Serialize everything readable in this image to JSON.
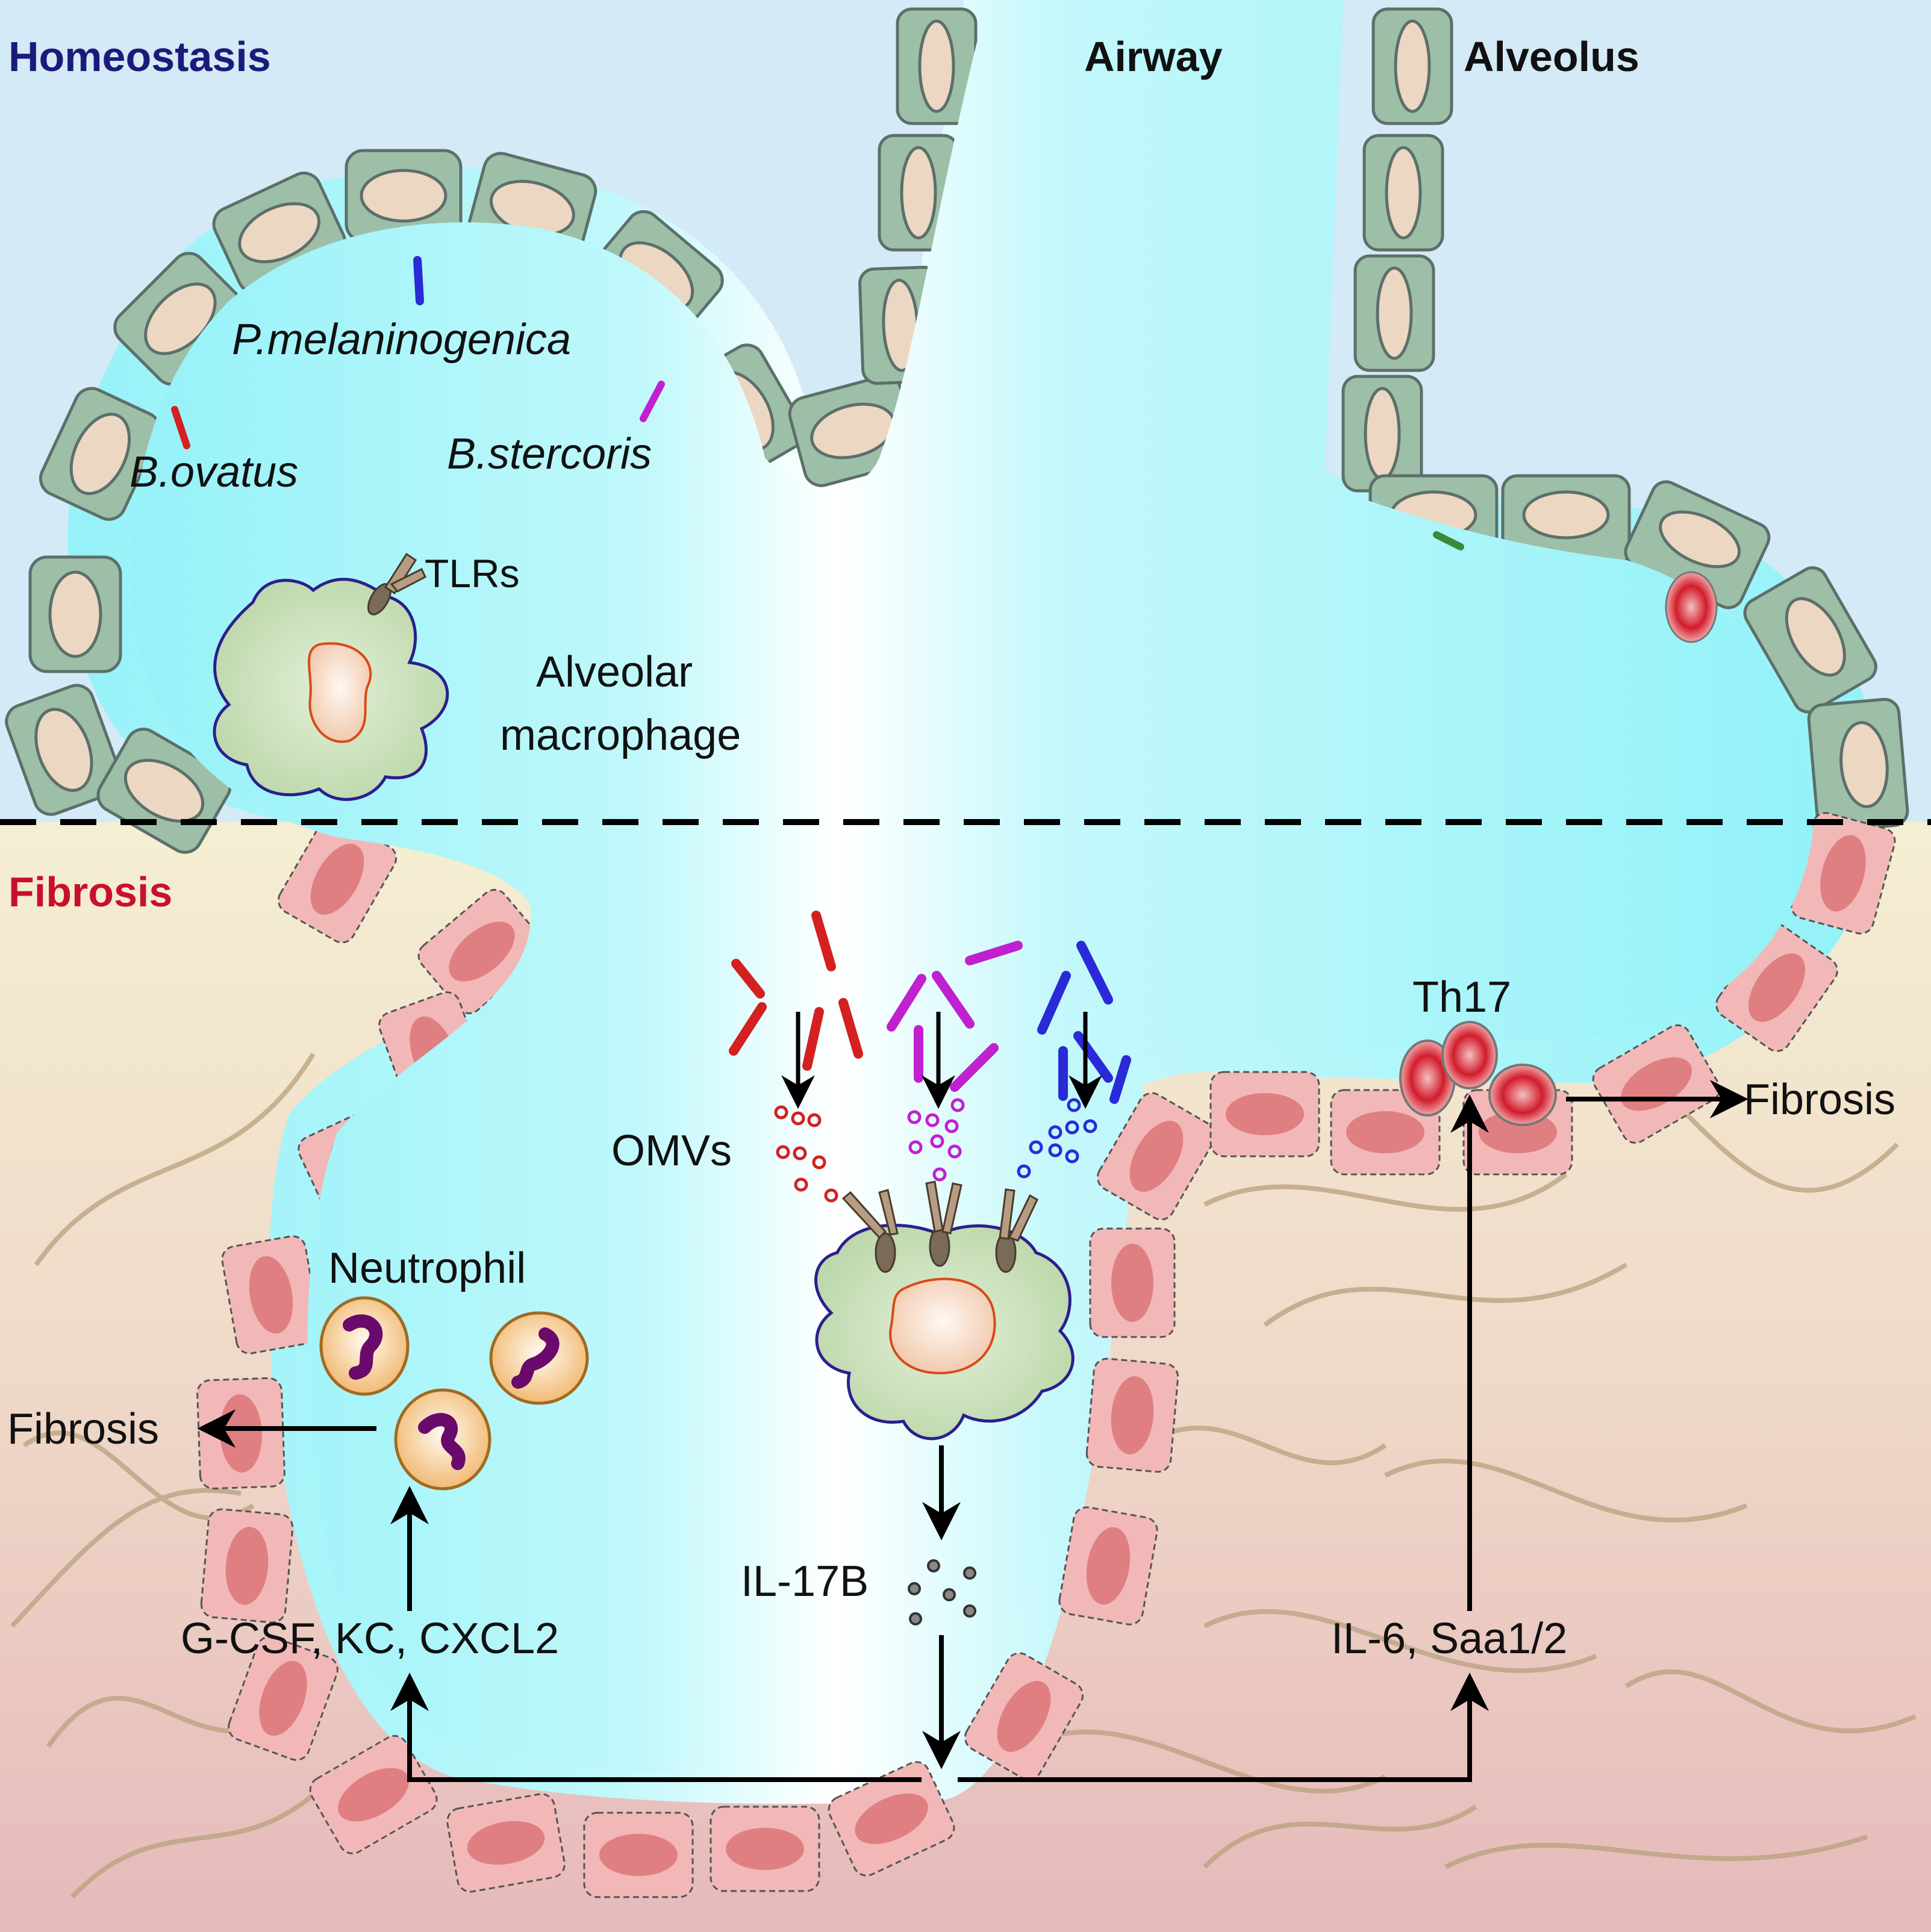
{
  "sections": {
    "homeostasis": {
      "title": "Homeostasis",
      "color": "#1c1a7a"
    },
    "fibrosis": {
      "title": "Fibrosis",
      "color": "#c8102e"
    }
  },
  "regions": {
    "airway": "Airway",
    "alveolus": "Alveolus"
  },
  "bacteria": [
    {
      "name": "P.melaninogenica",
      "color": "#2a2ad8"
    },
    {
      "name": "B.ovatus",
      "color": "#d42020"
    },
    {
      "name": "B.stercoris",
      "color": "#c020d0"
    }
  ],
  "labels": {
    "tlrs": "TLRs",
    "macrophage_line1": "Alveolar",
    "macrophage_line2": "macrophage",
    "omvs": "OMVs",
    "th17": "Th17",
    "fibrosis_right": "Fibrosis",
    "fibrosis_left": "Fibrosis",
    "neutrophil": "Neutrophil",
    "il17b": "IL-17B",
    "chemokines": "G-CSF, KC, CXCL2",
    "il6": "IL-6, Saa1/2"
  },
  "colors": {
    "homeostasis_bg": "#d4eaf6",
    "lumen": "#9ff4fa",
    "healthy_cell": "#9dbfa8",
    "nucleus": "#ecd7c2",
    "fibrotic_cell": "#f2b8b8",
    "fibrotic_nucleus": "#e07f82",
    "fibrosis_bg_top": "#f3ecd0",
    "fibrosis_bg_bottom": "#e8bcbc"
  }
}
